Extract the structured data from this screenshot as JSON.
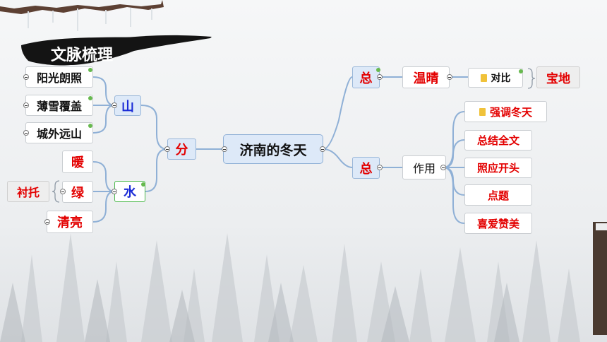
{
  "title": "文脉梳理",
  "center": "济南的冬天",
  "left": {
    "fen": "分",
    "shan": {
      "label": "山",
      "children": [
        "阳光朗照",
        "薄雪覆盖",
        "城外远山"
      ]
    },
    "shui": {
      "label": "水",
      "children": [
        "暖",
        "绿",
        "清亮"
      ],
      "contrast": "衬托"
    }
  },
  "right": {
    "top": {
      "label": "总",
      "child": "温晴",
      "compare": "对比",
      "result": "宝地"
    },
    "bottom": {
      "label": "总",
      "child": "作用",
      "items": [
        "强调冬天",
        "总结全文",
        "照应开头",
        "点题",
        "喜爱赞美"
      ]
    }
  },
  "colors": {
    "accent_red": "#e30000",
    "accent_blue": "#1a2bd6",
    "node_blue": "#dde9f8",
    "line": "#8fb0d6"
  }
}
